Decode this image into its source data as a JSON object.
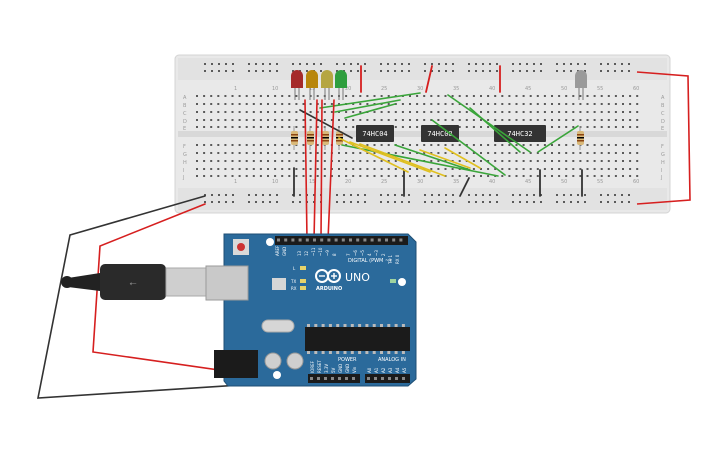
{
  "breadboard": {
    "column_numbers": [
      "1",
      "10",
      "15",
      "20",
      "25",
      "30",
      "35",
      "40",
      "45",
      "50",
      "55",
      "60"
    ],
    "row_letters_top": [
      "A",
      "B",
      "C",
      "D",
      "E"
    ],
    "row_letters_bottom": [
      "F",
      "G",
      "H",
      "I",
      "J"
    ]
  },
  "chips": [
    {
      "label": "74HC04"
    },
    {
      "label": "74HC08"
    },
    {
      "label": "74HC32"
    }
  ],
  "leds": [
    {
      "color": "#a52a2a"
    },
    {
      "color": "#b8860b"
    },
    {
      "color": "#b5a642"
    },
    {
      "color": "#2e9e3e"
    },
    {
      "color": "#9a9a9a"
    }
  ],
  "arduino": {
    "model_label": "UNO",
    "brand_label": "ARDUINO",
    "digital_label": "DIGITAL (PWM ~)",
    "power_label": "POWER",
    "analog_label": "ANALOG IN",
    "on_label": "ON",
    "l_label": "L",
    "tx_label": "TX",
    "rx_label": "RX",
    "aref_label": "AREF",
    "gnd_label": "GND",
    "digital_pins": [
      "13",
      "12",
      "~11",
      "~10",
      "~9",
      "8",
      "7",
      "~6",
      "~5",
      "4",
      "~3",
      "2",
      "TX 1",
      "RX 0"
    ],
    "power_pins": [
      "IOREF",
      "RESET",
      "3.3V",
      "5V",
      "GND",
      "GND",
      "Vin"
    ],
    "analog_pins": [
      "A0",
      "A1",
      "A2",
      "A3",
      "A4",
      "A5"
    ]
  },
  "colors": {
    "breadboard": "#e6e6e6",
    "board": "#2b6a9b",
    "wire_red": "#d61f1f",
    "wire_black": "#333333",
    "wire_green": "#3aa53a",
    "wire_yellow": "#e0c020",
    "chip": "#333333"
  }
}
